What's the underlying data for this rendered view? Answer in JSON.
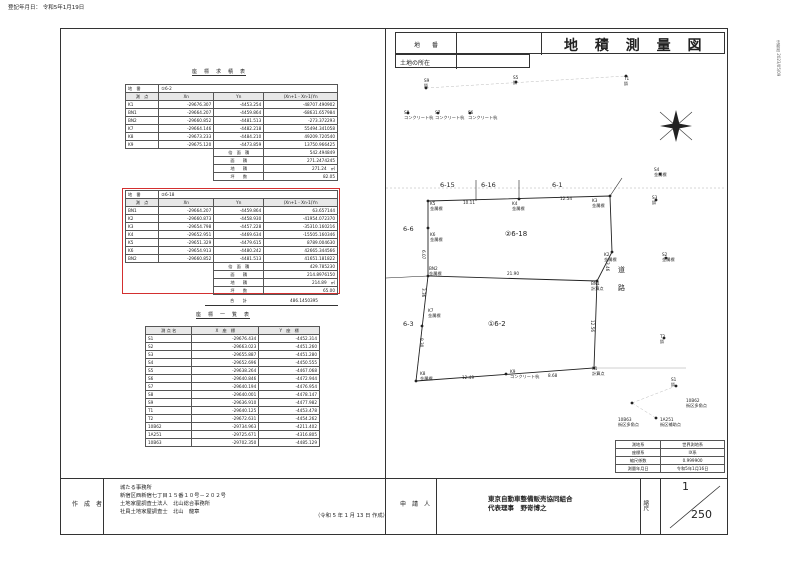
{
  "print_header": "登記年月日： 令和5年1月19日",
  "side_stamp": "法務局 2023/05/09",
  "title": {
    "label_chiban": "地　　番",
    "label_location": "土地の所在",
    "main_title": "地 積 測 量 図"
  },
  "coord_table": {
    "heading": "座　標　求　積　表",
    "block1": {
      "label_chiban": "地　番",
      "chiban": "①6-2",
      "col_point": "測　点",
      "col_xn": "Xn",
      "col_yn": "Yn",
      "col_formula": "(Xn+1 - Xn-1)Yn",
      "rows": [
        [
          "K1",
          "-29676.307",
          "-4453.254",
          "-48707.490902"
        ],
        [
          "BN1",
          "-29664.207",
          "-4459.864",
          "-68631.657984"
        ],
        [
          "BN2",
          "-29660.852",
          "-4481.513",
          "-273.372293"
        ],
        [
          "K7",
          "-29664.146",
          "-4482.218",
          "55494.341058"
        ],
        [
          "K8",
          "-29673.233",
          "-4484.210",
          "49209.720540"
        ],
        [
          "K9",
          "-29675.120",
          "-4473.859",
          "13750.966425"
        ]
      ],
      "summary": [
        [
          "倍　面　積",
          "542.494849"
        ],
        [
          "面　　積",
          "271.2474245"
        ],
        [
          "地　　積",
          "271.24　㎡"
        ],
        [
          "坪　　数",
          "82.05"
        ]
      ]
    },
    "block2": {
      "label_chiban": "地　番",
      "chiban": "②6-18",
      "col_point": "測　点",
      "col_xn": "Xn",
      "col_yn": "Yn",
      "col_formula": "(Xn+1 - Xn-1)Yn",
      "rows": [
        [
          "BN1",
          "-29664.207",
          "-4459.864",
          "63.657144"
        ],
        [
          "K2",
          "-29660.873",
          "-4458.930",
          "-41954.072370"
        ],
        [
          "K3",
          "-29654.798",
          "-4457.228",
          "-35310.160216"
        ],
        [
          "K4",
          "-29652.951",
          "-4469.634",
          "-15505.160346"
        ],
        [
          "K5",
          "-29651.329",
          "-4479.615",
          "8789.004630"
        ],
        [
          "K6",
          "-29654.913",
          "-4480.242",
          "42665.344566"
        ],
        [
          "BN2",
          "-29660.852",
          "-4481.513",
          "41651.181822"
        ]
      ],
      "summary": [
        [
          "倍　面　積",
          "429.785230"
        ],
        [
          "面　　積",
          "214.8976150"
        ],
        [
          "地　　積",
          "214.89　㎡"
        ],
        [
          "坪　　数",
          "65.00"
        ]
      ]
    },
    "total_label": "合　　計",
    "total_value": "486.1450395"
  },
  "point_list": {
    "heading": "座　標　一　覧　表",
    "col_point": "測 点 名",
    "col_x": "X　座　標",
    "col_y": "Y　座　標",
    "rows": [
      [
        "S1",
        "-29676.434",
        "-4452.314"
      ],
      [
        "S2",
        "-29663.023",
        "-4451.260"
      ],
      [
        "S3",
        "-29655.887",
        "-4451.280"
      ],
      [
        "S4",
        "-29652.696",
        "-4450.555"
      ],
      [
        "S5",
        "-29638.264",
        "-4467.068"
      ],
      [
        "S6",
        "-29640.846",
        "-4472.944"
      ],
      [
        "S7",
        "-29640.194",
        "-4476.954"
      ],
      [
        "S8",
        "-29640.001",
        "-4478.147"
      ],
      [
        "S9",
        "-29636.910",
        "-4477.982"
      ],
      [
        "T1",
        "-29640.125",
        "-4453.478"
      ],
      [
        "T2",
        "-29672.631",
        "-4454.262"
      ],
      [
        "10B62",
        "-29734.963",
        "-4211.402"
      ],
      [
        "1A251",
        "-29725.671",
        "-4316.805"
      ],
      [
        "10B63",
        "-29702.350",
        "-4485.129"
      ]
    ]
  },
  "map": {
    "parcel_main": "②6-18",
    "parcel_sub": "①6-2",
    "neighbors": [
      "6-15",
      "6-16",
      "6-1",
      "6-6",
      "6-3"
    ],
    "road": [
      "道",
      "路"
    ],
    "dims": {
      "top": "10.11",
      "top_right": "12.54",
      "mid": "21.90",
      "bottom_left": "12.49",
      "bottom_right": "8.68",
      "left_top": "6.07",
      "left_mid": "3.36",
      "left_low": "9.30",
      "right_top": "3.46",
      "right_low": "12.56"
    },
    "points": [
      {
        "id": "K5",
        "mat": "金属標"
      },
      {
        "id": "K4",
        "mat": "金属標"
      },
      {
        "id": "K3",
        "mat": "金属標"
      },
      {
        "id": "K6",
        "mat": "金属標"
      },
      {
        "id": "K2",
        "mat": "金属標"
      },
      {
        "id": "BN2",
        "mat": "金属標"
      },
      {
        "id": "BN1",
        "mat": "計算点"
      },
      {
        "id": "K7",
        "mat": "金属標"
      },
      {
        "id": "K8",
        "mat": "金属標"
      },
      {
        "id": "K9",
        "mat": "コンクリート杭"
      },
      {
        "id": "K1",
        "mat": "計算点"
      }
    ],
    "survey_marks": [
      {
        "id": "S9",
        "mat": "鋲"
      },
      {
        "id": "S5",
        "mat": "鋲"
      },
      {
        "id": "T1",
        "mat": "鋲"
      },
      {
        "id": "S8",
        "mat": "コンクリート杭"
      },
      {
        "id": "S7",
        "mat": "コンクリート杭"
      },
      {
        "id": "S6",
        "mat": "コンクリート杭"
      },
      {
        "id": "S4",
        "mat": "金属標"
      },
      {
        "id": "S3",
        "mat": "鋲"
      },
      {
        "id": "S2",
        "mat": "金属標"
      },
      {
        "id": "T2",
        "mat": "鋲"
      },
      {
        "id": "S1",
        "mat": "鋲"
      }
    ],
    "ref_marks": [
      {
        "id": "10B62",
        "mat": "街区多角点"
      },
      {
        "id": "10B63",
        "mat": "街区多角点"
      },
      {
        "id": "1A251",
        "mat": "街区補助点"
      }
    ]
  },
  "spec_table": [
    [
      "測地系",
      "世界測地系"
    ],
    [
      "座標系",
      "IX系"
    ],
    [
      "縮尺係数",
      "0.999900"
    ],
    [
      "測量年月日",
      "令和5年1月16日"
    ]
  ],
  "footer": {
    "author_label": "作　成　者",
    "author_lines": [
      "城たる事務所",
      "新宿区西新宿七丁目１５番１０号－２０２号",
      "土地家屋調査士法人　北山総合事務所",
      "社員土地家屋調査士　北山　龍章"
    ],
    "created": "（令和 5 年 1 月 13 日 作成）",
    "applicant_label": "申　請　人",
    "applicant_lines": [
      "東京自動車整備販売協同組合",
      "代表理事　野嵜博之"
    ],
    "scale_label": "縮尺",
    "scale_num": "1",
    "scale_den": "250"
  }
}
